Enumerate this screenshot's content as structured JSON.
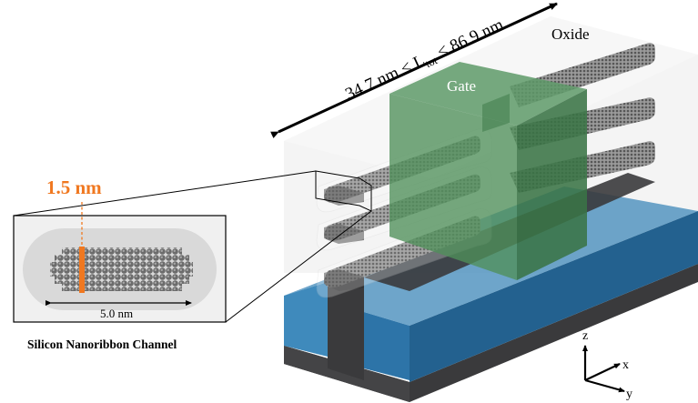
{
  "title": "Silicon nanoribbon FET device schematic",
  "labels": {
    "length_range": {
      "prefix": "34.7 nm ≤ L",
      "subscript": "tot",
      "suffix": " ≤ 86.9 nm"
    },
    "gate": "Gate",
    "oxide": "Oxide",
    "thickness": "1.5 nm",
    "width": "5.0 nm",
    "inset_caption": "Silicon Nanoribbon Channel",
    "axes": {
      "z": "z",
      "x": "x",
      "y": "y"
    }
  },
  "colors": {
    "gate": "#4f8f5a",
    "oxide": "#ececec",
    "substrate_blue": "#2f76a6",
    "substrate_dark": "#3a3a3c",
    "highlight": "#f07820",
    "atoms": "#555555"
  },
  "structure": {
    "nanoribbon_count": 3,
    "components": [
      "Oxide",
      "Gate",
      "Silicon nanoribbons",
      "Substrate"
    ]
  }
}
